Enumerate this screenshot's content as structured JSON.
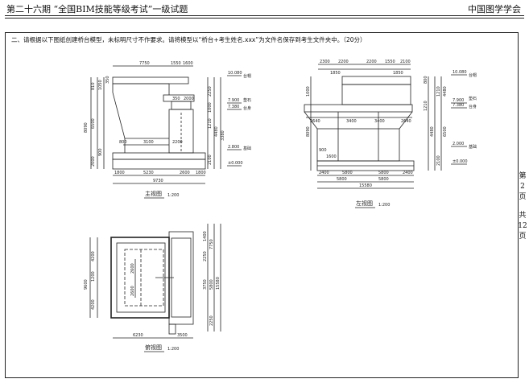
{
  "header": {
    "title": "第二十六期 “全国BIM技能等级考试”一级试题",
    "org": "中国图学学会"
  },
  "question": "二、请根据以下图纸创建桥台模型，未标明尺寸不作要求。请将模型以“桥台+考生姓名.xxx”为文件名保存到考生文件夹中。（20分）",
  "page": {
    "c1": "第",
    "c2": "2",
    "c3": "页",
    "c4": "共",
    "c5": "12",
    "c6": "页"
  },
  "front": {
    "label": "主视图",
    "scale": "1:200",
    "top_dims": [
      "7750",
      "1550",
      "1600"
    ],
    "bottom_dims": [
      "1800",
      "5230",
      "2600",
      "1800"
    ],
    "overall": "9730",
    "mid_dims": [
      "3100",
      "2200"
    ],
    "left_v": [
      "8090",
      "6500",
      "2000",
      "900",
      "1050",
      "810",
      "350"
    ],
    "right_v": [
      "2250",
      "1000",
      "1210",
      "4480",
      "3380",
      "2100"
    ],
    "elevs": [
      "10.080",
      "7.900",
      "7.380",
      "2.800",
      "±0.000"
    ],
    "notes": [
      "台帽",
      "垫石",
      "台身",
      "基础"
    ],
    "inner_dims": [
      "350",
      "2000",
      "800"
    ]
  },
  "side": {
    "label": "左视图",
    "scale": "1:200",
    "top_dims": [
      "2300",
      "2200",
      "2200",
      "1550",
      "2100"
    ],
    "second_dims": [
      "1850",
      "1850"
    ],
    "mid_dims": [
      "2640",
      "3400",
      "3400",
      "2640"
    ],
    "low_dims": [
      "900",
      "1600"
    ],
    "bottom_dims": [
      "2400",
      "5800",
      "5800",
      "2400"
    ],
    "bottom2": [
      "5800",
      "5800"
    ],
    "overall": "15580",
    "left_v": [
      "8090",
      "6500",
      "1000",
      "1210",
      "4480"
    ],
    "right_v": [
      "800",
      "1210",
      "4480",
      "2100"
    ],
    "elevs": [
      "10.080",
      "7.900",
      "7.380",
      "2.000",
      "±0.000"
    ],
    "notes": [
      "台帽",
      "垫石",
      "台身",
      "基础"
    ]
  },
  "plan": {
    "label": "俯视图",
    "scale": "1:200",
    "left_v": [
      "9600",
      "4200",
      "1200",
      "4200"
    ],
    "inner_v": [
      "2600",
      "2600"
    ],
    "right_v": [
      "1400",
      "2250",
      "3750",
      "7750",
      "5800",
      "15580",
      "2250"
    ],
    "bottom_dims": [
      "6230",
      "3500"
    ]
  }
}
